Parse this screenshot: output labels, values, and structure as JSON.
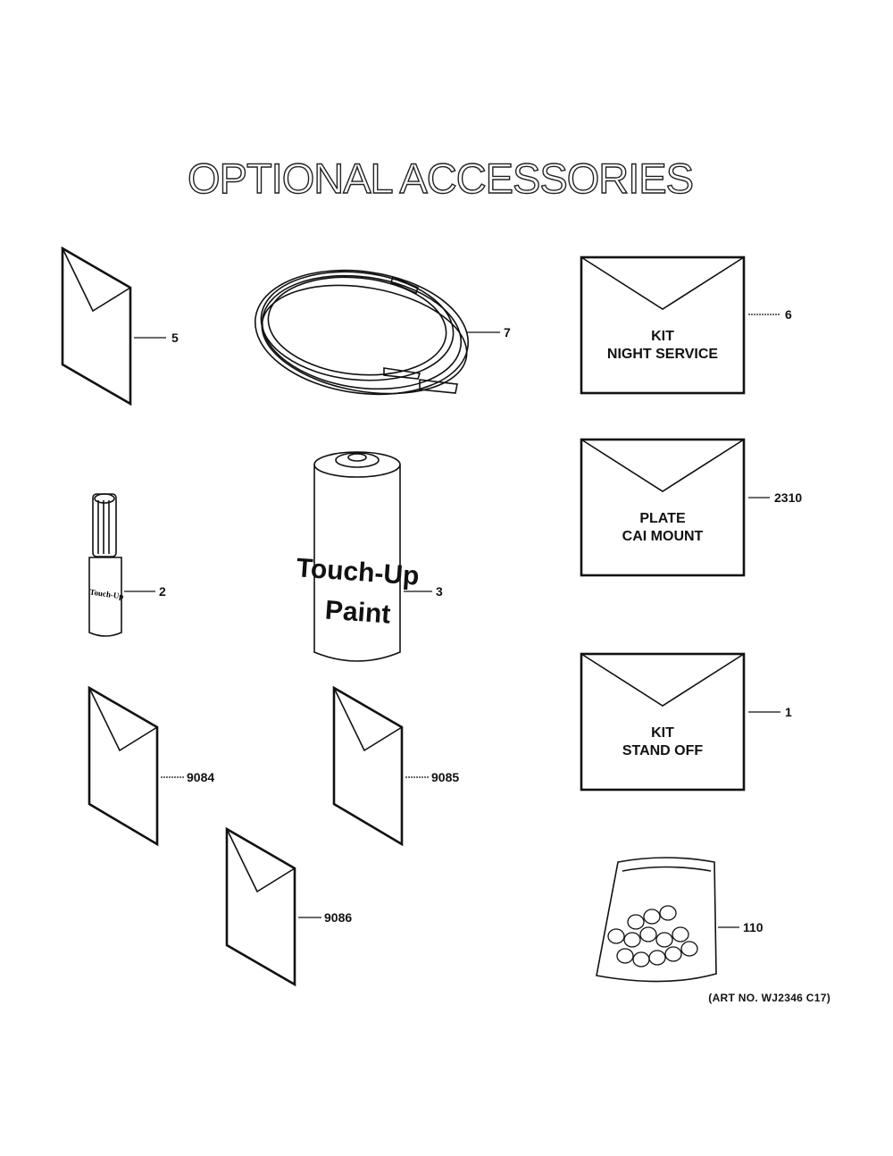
{
  "title": "OPTIONAL ACCESSORIES",
  "art_number": "(ART NO. WJ2346 C17)",
  "parts": {
    "p5": {
      "number": "5",
      "kind": "envelope-tilted"
    },
    "p7": {
      "number": "7",
      "kind": "tubing-coil"
    },
    "p6": {
      "number": "6",
      "kind": "kit-envelope",
      "label_line1": "KIT",
      "label_line2": "NIGHT SERVICE"
    },
    "p2310": {
      "number": "2310",
      "kind": "kit-envelope",
      "label_line1": "PLATE",
      "label_line2": "CAI MOUNT"
    },
    "p1": {
      "number": "1",
      "kind": "kit-envelope",
      "label_line1": "KIT",
      "label_line2": "STAND OFF"
    },
    "p2": {
      "number": "2",
      "kind": "touch-up-pen",
      "pen_label": "Touch-Up"
    },
    "p3": {
      "number": "3",
      "kind": "spray-can",
      "can_label_line1": "Touch-Up",
      "can_label_line2": "Paint"
    },
    "p9084": {
      "number": "9084",
      "kind": "envelope-tilted"
    },
    "p9085": {
      "number": "9085",
      "kind": "envelope-tilted"
    },
    "p9086": {
      "number": "9086",
      "kind": "envelope-tilted"
    },
    "p110": {
      "number": "110",
      "kind": "parts-bag"
    }
  }
}
